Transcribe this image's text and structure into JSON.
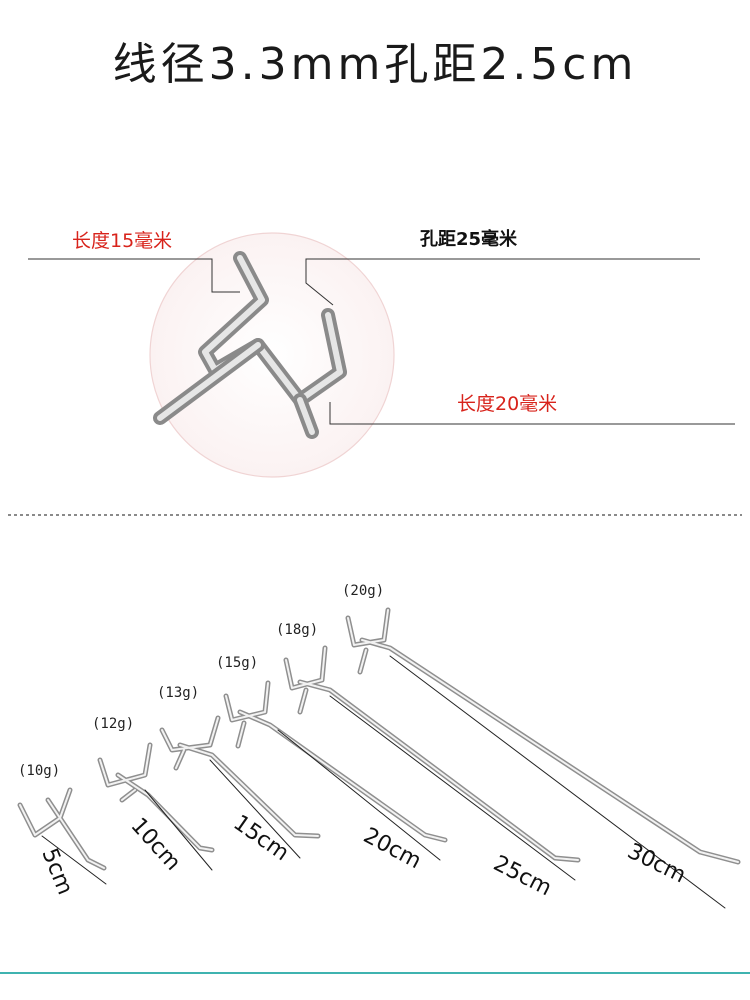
{
  "title": "线径3.3mm孔距2.5cm",
  "detail": {
    "left_label": "长度15毫米",
    "right_top_label": "孔距25毫米",
    "right_bottom_label": "长度20毫米"
  },
  "hooks": [
    {
      "weight": "(10g)",
      "length": "5cm"
    },
    {
      "weight": "(12g)",
      "length": "10cm"
    },
    {
      "weight": "(13g)",
      "length": "15cm"
    },
    {
      "weight": "(15g)",
      "length": "20cm"
    },
    {
      "weight": "(18g)",
      "length": "25cm"
    },
    {
      "weight": "(20g)",
      "length": "30cm"
    }
  ],
  "colors": {
    "accent_red": "#d8231b",
    "bottom_bar": "#3fb3b0"
  }
}
